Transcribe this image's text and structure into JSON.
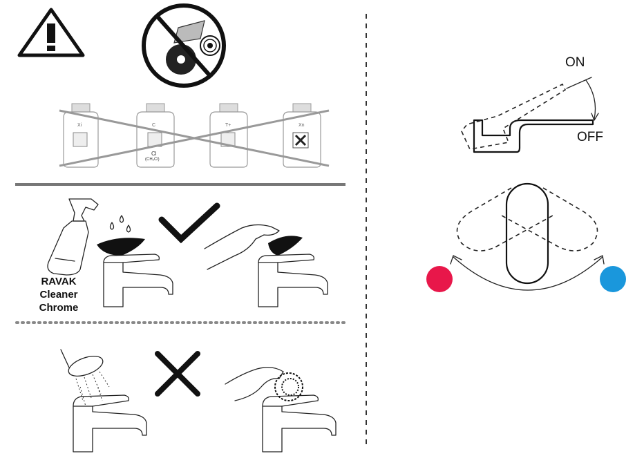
{
  "warnings": {
    "caution_symbol": "exclamation-icon",
    "no_tools_symbol": "no-abrasive-tools-icon"
  },
  "chemicals": {
    "bottle_codes": [
      "Xi",
      "C",
      "T+",
      "Xn"
    ],
    "chlorine_symbol": "Cl",
    "chlorine_formula": "(CH₂Cl)"
  },
  "cleaning": {
    "product_line1": "RAVAK",
    "product_line2": "Cleaner",
    "product_line3": "Chrome",
    "correct_icon": "checkmark-icon",
    "incorrect_icon": "cross-icon"
  },
  "lever": {
    "on_label": "ON",
    "off_label": "OFF"
  },
  "temperature": {
    "hot_color": "#e8174a",
    "cold_color": "#1a97dc"
  }
}
